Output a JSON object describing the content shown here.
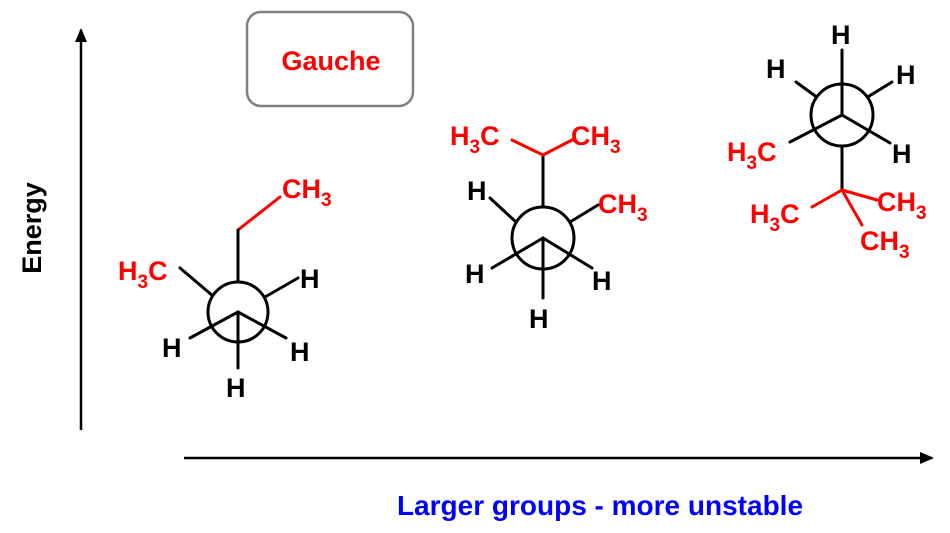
{
  "axes": {
    "y_label": "Energy",
    "x_label": "Larger groups - more unstable",
    "x_label_color": "#0000ff"
  },
  "box": {
    "label": "Gauche",
    "color": "#ff0000"
  },
  "colors": {
    "substituent": "#ff0000",
    "hydrogen": "#000000"
  },
  "atoms": {
    "H": "H",
    "C": "C",
    "sub3": "3"
  }
}
